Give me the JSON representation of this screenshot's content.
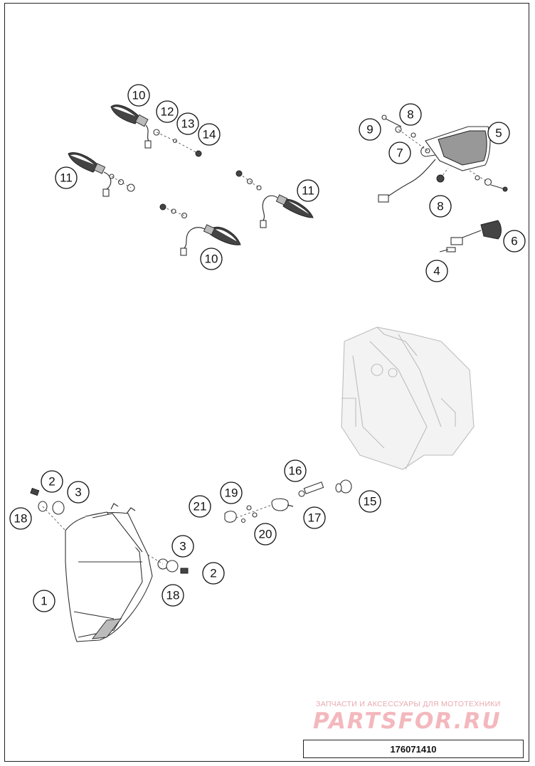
{
  "callouts": [
    {
      "id": "c10a",
      "label": "10"
    },
    {
      "id": "c12",
      "label": "12"
    },
    {
      "id": "c13",
      "label": "13"
    },
    {
      "id": "c14",
      "label": "14"
    },
    {
      "id": "c11a",
      "label": "11"
    },
    {
      "id": "c11b",
      "label": "11"
    },
    {
      "id": "c10b",
      "label": "10"
    },
    {
      "id": "c9",
      "label": "9"
    },
    {
      "id": "c8a",
      "label": "8"
    },
    {
      "id": "c7",
      "label": "7"
    },
    {
      "id": "c5",
      "label": "5"
    },
    {
      "id": "c8b",
      "label": "8"
    },
    {
      "id": "c6",
      "label": "6"
    },
    {
      "id": "c4",
      "label": "4"
    },
    {
      "id": "c2a",
      "label": "2"
    },
    {
      "id": "c3a",
      "label": "3"
    },
    {
      "id": "c18a",
      "label": "18"
    },
    {
      "id": "c1",
      "label": "1"
    },
    {
      "id": "c3b",
      "label": "3"
    },
    {
      "id": "c2b",
      "label": "2"
    },
    {
      "id": "c18b",
      "label": "18"
    },
    {
      "id": "c16",
      "label": "16"
    },
    {
      "id": "c15",
      "label": "15"
    },
    {
      "id": "c17",
      "label": "17"
    },
    {
      "id": "c19",
      "label": "19"
    },
    {
      "id": "c21",
      "label": "21"
    },
    {
      "id": "c20",
      "label": "20"
    }
  ],
  "watermark": {
    "tagline": "ЗАПЧАСТИ И АКСЕССУАРЫ ДЛЯ МОТОТЕХНИКИ",
    "logo": "PARTSFOR.RU"
  },
  "diagram_code": "176071410"
}
